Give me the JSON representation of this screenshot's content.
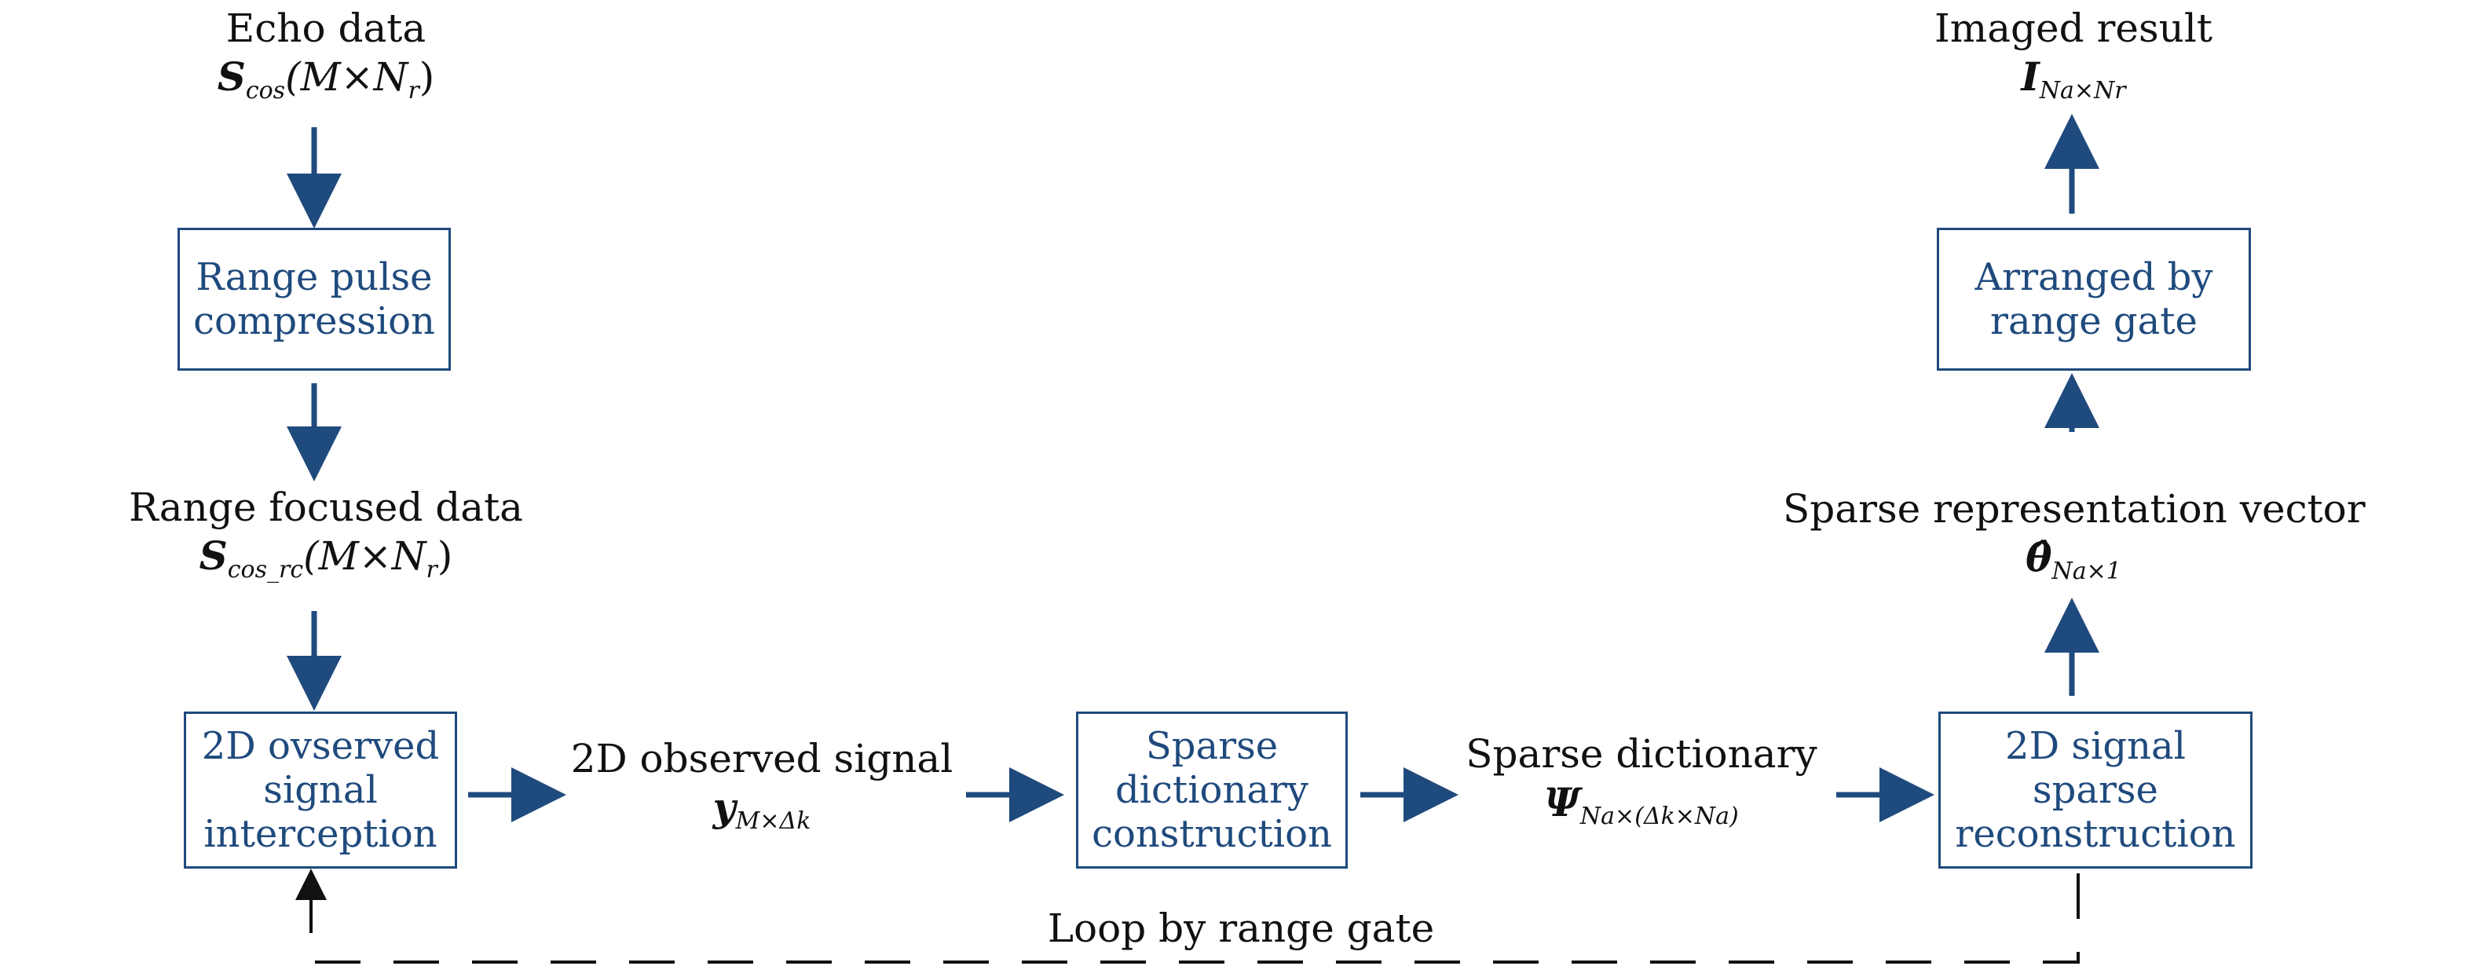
{
  "labels": {
    "echo_title": "Echo data",
    "echo_sym": "S",
    "echo_sub": "cos",
    "echo_dims": "(M×N",
    "echo_dims_sub": "r",
    "echo_dims_close": ")",
    "range_focused_title": "Range focused data",
    "range_focused_sym": "S",
    "range_focused_sub": "cos_rc",
    "range_focused_dims": "(M×N",
    "range_focused_dims_sub": "r",
    "range_focused_dims_close": ")",
    "observed_title": "2D observed signal",
    "observed_sym": "y",
    "observed_sub": "M×Δk",
    "dictionary_title": "Sparse dictionary",
    "dictionary_sym": "Ψ",
    "dictionary_sub": "Na×(Δk×Na)",
    "sparse_vec_title": "Sparse representation vector",
    "sparse_vec_sym": "θ̂",
    "sparse_vec_sub": "Na×1",
    "imaged_title": "Imaged result",
    "imaged_sym": "I",
    "imaged_sub": "Na×Nr",
    "loop": "Loop by range gate"
  },
  "boxes": {
    "range_pulse_compression": "Range pulse\ncompression",
    "observed_interception": "2D ovserved\nsignal\ninterception",
    "dictionary_construction": "Sparse\ndictionary\nconstruction",
    "signal_reconstruction": "2D signal\nsparse\nreconstruction",
    "arranged_by_gate": "Arranged by\nrange gate"
  },
  "colors": {
    "box_stroke": "#1f4a7d",
    "arrow": "#1f4a7d",
    "feedback": "#111111"
  }
}
